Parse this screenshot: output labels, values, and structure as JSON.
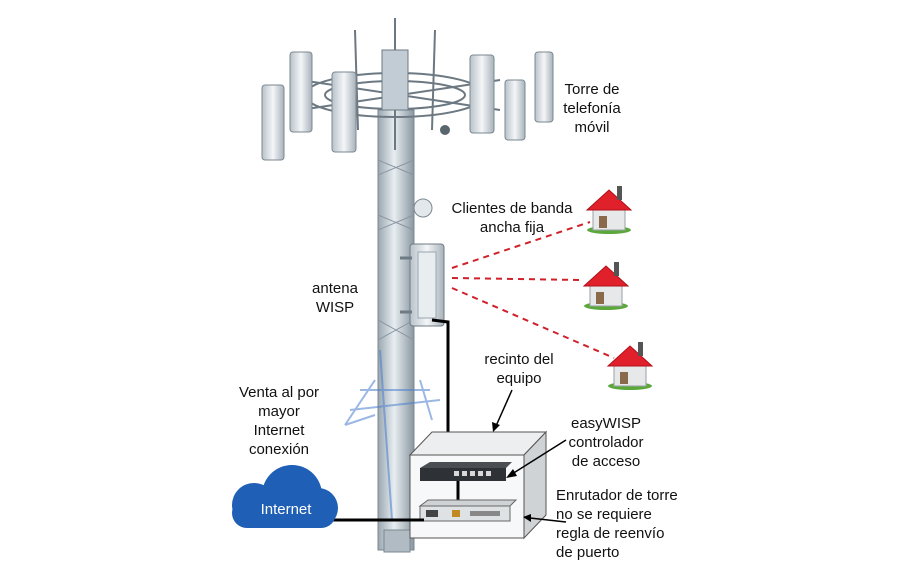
{
  "labels": {
    "tower": [
      "Torre de",
      "telefonía",
      "móvil"
    ],
    "clients": [
      "Clientes de banda",
      "ancha fija"
    ],
    "wisp_antenna": [
      "antena",
      "WISP"
    ],
    "enclosure": [
      "recinto del",
      "equipo"
    ],
    "wholesale": [
      "Venta al por",
      "mayor",
      "Internet",
      "conexión"
    ],
    "controller": [
      "easyWISP",
      "controlador",
      "de acceso"
    ],
    "router": [
      "Enrutador de torre",
      "no se requiere",
      "regla de reenvío",
      "de puerto"
    ],
    "internet": "Internet"
  },
  "icons": [
    "cell-tower-icon",
    "house-icon",
    "cloud-icon",
    "network-switch-icon",
    "router-icon",
    "wisp-antenna-icon"
  ],
  "colors": {
    "cloud": "#1f5fb5",
    "house_roof": "#e0202a",
    "wireless_link": "#d0202a",
    "cable": "#000000",
    "tower": "#c8d2da"
  }
}
